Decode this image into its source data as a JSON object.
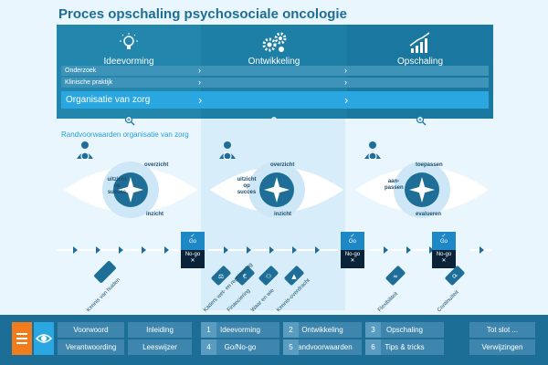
{
  "title": "Proces opschaling psychosociale oncologie",
  "phases": [
    {
      "label": "Ideevorming",
      "icon": "lightbulb-icon"
    },
    {
      "label": "Ontwikkeling",
      "icon": "gears-icon"
    },
    {
      "label": "Opschaling",
      "icon": "growth-chart-icon"
    }
  ],
  "bars": {
    "onderzoek": "Onderzoek",
    "klinische": "Klinische praktijk",
    "organisatie": "Organisatie van zorg"
  },
  "subtitle": "Randvoorwaarden organisatie van zorg",
  "eyes": [
    {
      "top": "overzicht",
      "left": "uitzicht op succes",
      "bottom": "inzicht"
    },
    {
      "top": "overzicht",
      "left": "uitzicht op succes",
      "bottom": "inzicht"
    },
    {
      "top": "toepassen",
      "left": "aan-passen",
      "bottom": "evalueren"
    }
  ],
  "gates": {
    "go": "Go",
    "nogo": "No-go"
  },
  "tags": [
    "Kennis van huiden",
    "Kaders wet- en regelgeving",
    "Financiering",
    "Waar en wie",
    "Kennis-overdracht",
    "Flexibiliteit",
    "Continuïteit"
  ],
  "footer": {
    "left": [
      "Voorwoord",
      "Inleiding",
      "Verantwoording",
      "Leeswijzer"
    ],
    "numbered": [
      {
        "num": "1",
        "label": "Ideevorming"
      },
      {
        "num": "2",
        "label": "Ontwikkeling"
      },
      {
        "num": "3",
        "label": "Opschaling"
      },
      {
        "num": "4",
        "label": "Go/No-go"
      },
      {
        "num": "5",
        "label": "Randvoorwaarden"
      },
      {
        "num": "6",
        "label": "Tips & tricks"
      }
    ],
    "right": [
      "Tot slot ...",
      "Verwijzingen"
    ]
  },
  "colors": {
    "accent": "#f07c1e",
    "primary": "#1d6e96",
    "light": "#29a0d8"
  }
}
